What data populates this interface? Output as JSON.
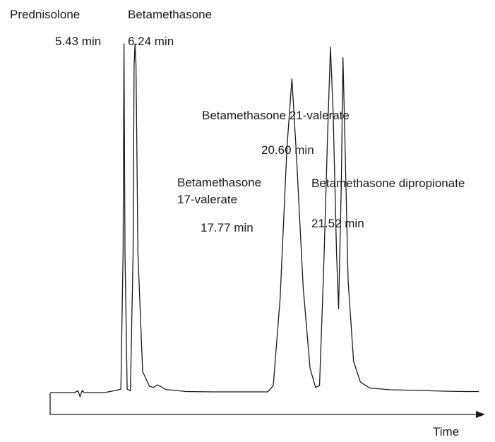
{
  "chart_data": {
    "type": "line",
    "xlabel": "Time",
    "ylabel": "",
    "series": [
      {
        "x": [
          0,
          1.8,
          2.05,
          2.2,
          2.35,
          2.5,
          4.0,
          4.8,
          5.2,
          5.36,
          5.43,
          5.5,
          5.66,
          5.9,
          6.1,
          6.17,
          6.24,
          6.31,
          6.45,
          6.8,
          7.3,
          7.6,
          7.9,
          8.5,
          10,
          12,
          14,
          16,
          16.4,
          16.9,
          17.4,
          17.77,
          18.1,
          18.6,
          19.1,
          19.5,
          19.8,
          20.1,
          20.4,
          20.6,
          20.8,
          21.05,
          21.2,
          21.4,
          21.52,
          21.65,
          21.9,
          22.3,
          22.8,
          23.5,
          25,
          27,
          29,
          30.5,
          31.5
        ],
        "y": [
          0,
          0,
          0.5,
          -1.2,
          0.6,
          0,
          0,
          0.6,
          1,
          40,
          100,
          40,
          1,
          0.5,
          40,
          94,
          100,
          94,
          40,
          6,
          1.8,
          1.5,
          2.2,
          0.9,
          0.3,
          0.2,
          0.2,
          0.2,
          2,
          27,
          70,
          90,
          68,
          30,
          7,
          1.5,
          2,
          35,
          75,
          99,
          80,
          40,
          24,
          60,
          96,
          75,
          32,
          9,
          3,
          1.3,
          0.8,
          0.6,
          0.4,
          0.3,
          0.3
        ]
      }
    ],
    "annotations": [
      {
        "name": "Prednisolone",
        "time": "5.43 min"
      },
      {
        "name": "Betamethasone",
        "time": "6.24 min"
      },
      {
        "name": "Betamethasone 17-valerate",
        "time": "17.77 min"
      },
      {
        "name": "Betamethasone 21-valerate",
        "time": "20.60 min"
      },
      {
        "name": "Betamethasone dipropionate",
        "time": "21.52 min"
      }
    ]
  },
  "labels": {
    "prednisolone": "Prednisolone",
    "prednisolone_time": "5.43 min",
    "betamethasone": "Betamethasone",
    "betamethasone_time": "6.24 min",
    "b21_name": "Betamethasone 21-valerate",
    "b21_time": "20.60 min",
    "b17_line1": "Betamethasone",
    "b17_line2": "17-valerate",
    "b17_time": "17.77 min",
    "bdp_name": "Betamethasone dipropionate",
    "bdp_time": "21.52 min",
    "time_axis": "Time"
  },
  "colors": {
    "trace": "#1a1a1a",
    "axis": "#1a1a1a"
  }
}
